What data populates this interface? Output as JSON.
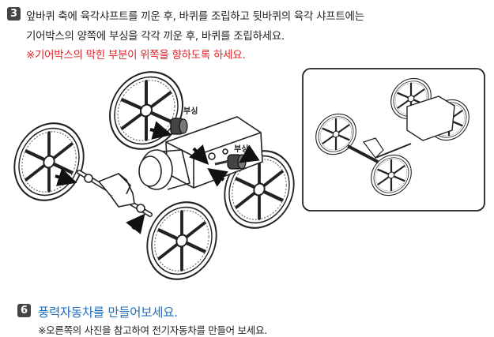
{
  "step3": {
    "number": "3",
    "line1": "앞바퀴 축에 육각샤프트를 끼운 후, 바퀴를 조립하고 뒷바퀴의 육각 샤프트에는",
    "line2": "기어박스의 양쪽에 부싱을 각각 끼운 후, 바퀴를 조립하세요.",
    "warning": "※기어박스의 막힌 부분이 위쪽을 향하도록 하세요.",
    "label_bushing_1": "부싱",
    "label_bushing_2": "부싱"
  },
  "step6": {
    "number": "6",
    "title": "풍력자동차를 만들어보세요.",
    "note": "※오른쪽의 사진을 참고하여 전기자동차를 만들어 보세요."
  },
  "colors": {
    "warning": "#e0242a",
    "heading": "#1e6fbf",
    "badge": "#444444"
  }
}
